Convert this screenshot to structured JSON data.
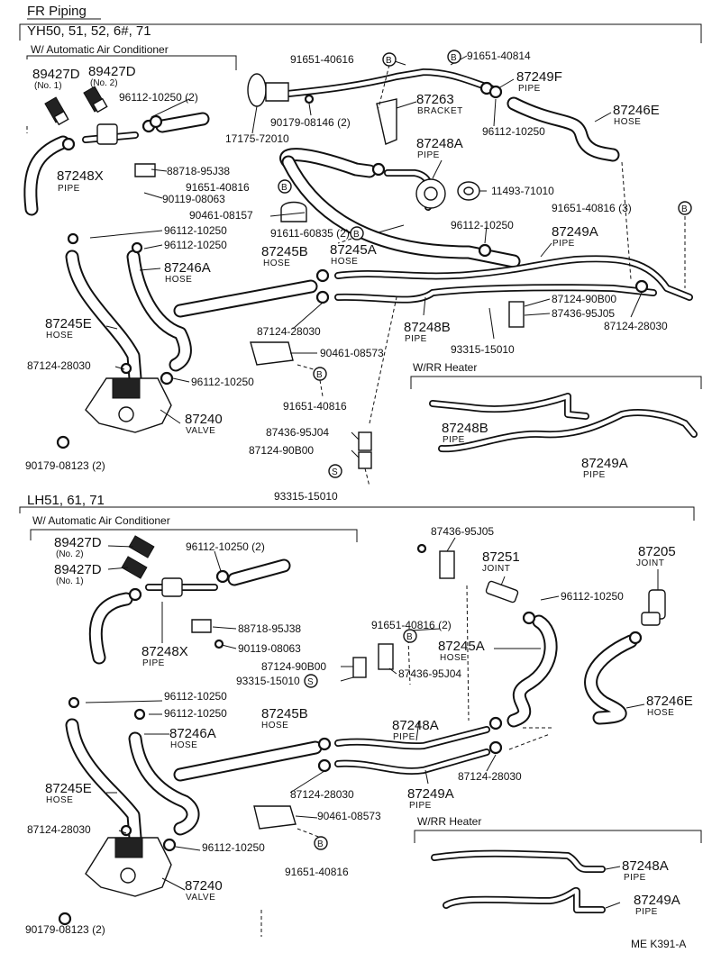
{
  "footer_code": "ME  K391-A",
  "sections": {
    "top": {
      "title": "FR  Piping",
      "models": "YH50, 51, 52, 6#, 71",
      "ac_box": "W/ Automatic Air Conditioner",
      "rr_box": "W/RR Heater"
    },
    "bottom": {
      "models": "LH51, 61, 71",
      "ac_box": "W/ Automatic Air Conditioner",
      "rr_box": "W/RR Heater"
    }
  },
  "badges": {
    "b": "B",
    "s": "S"
  },
  "parts_top": {
    "p89427D_1": "89427D",
    "p89427D_1_sub": "(No. 1)",
    "p89427D_2": "89427D",
    "p89427D_2_sub": "(No. 2)",
    "p96112_10250_2": "96112-10250 (2)",
    "p87248X": "87248X",
    "p87248X_sub": "PIPE",
    "p88718": "88718-95J38",
    "p91651_40816_a": "91651-40816",
    "p90119": "90119-08063",
    "p90461_08157": "90461-08157",
    "p96112_a": "96112-10250",
    "p96112_b": "96112-10250",
    "p87246A": "87246A",
    "p87246A_sub": "HOSE",
    "p87245E": "87245E",
    "p87245E_sub": "HOSE",
    "p87124_28030_a": "87124-28030",
    "p96112_c": "96112-10250",
    "p87240": "87240",
    "p87240_sub": "VALVE",
    "p90179_08123": "90179-08123 (2)",
    "p91651_40616": "91651-40616",
    "p91651_40814": "91651-40814",
    "p87249F": "87249F",
    "p87249F_sub": "PIPE",
    "p87263": "87263",
    "p87263_sub": "BRACKET",
    "p90179_08146": "90179-08146 (2)",
    "p17175": "17175-72010",
    "p96112_d": "96112-10250",
    "p87246E": "87246E",
    "p87246E_sub": "HOSE",
    "p87248A": "87248A",
    "p87248A_sub": "PIPE",
    "p11493": "11493-71010",
    "p91651_40816_3": "91651-40816 (3)",
    "p91611": "91611-60835 (2)",
    "p96112_e": "96112-10250",
    "p87245B": "87245B",
    "p87245B_sub": "HOSE",
    "p87245A": "87245A",
    "p87245A_sub": "HOSE",
    "p87249A": "87249A",
    "p87249A_sub": "PIPE",
    "p87124_90B00_a": "87124-90B00",
    "p87436_95J05": "87436-95J05",
    "p87124_28030_b": "87124-28030",
    "p87124_28030_c": "87124-28030",
    "p87248B": "87248B",
    "p87248B_sub": "PIPE",
    "p93315_a": "93315-15010",
    "p90461_08573": "90461-08573",
    "p91651_40816_b": "91651-40816",
    "p87436_95J04": "87436-95J04",
    "p87124_90B00_b": "87124-90B00",
    "p93315_b": "93315-15010",
    "rr_87248B": "87248B",
    "rr_87248B_sub": "PIPE",
    "rr_87249A": "87249A",
    "rr_87249A_sub": "PIPE"
  },
  "parts_bottom": {
    "p89427D_2": "89427D",
    "p89427D_2_sub": "(No. 2)",
    "p89427D_1": "89427D",
    "p89427D_1_sub": "(No. 1)",
    "p96112_10250_2": "96112-10250 (2)",
    "p87248X": "87248X",
    "p87248X_sub": "PIPE",
    "p88718": "88718-95J38",
    "p90119": "90119-08063",
    "p87436_95J05": "87436-95J05",
    "p87251": "87251",
    "p87251_sub": "JOINT",
    "p96112_a": "96112-10250",
    "p87205": "87205",
    "p87205_sub": "JOINT",
    "p91651_40816_2": "91651-40816 (2)",
    "p87245A": "87245A",
    "p87245A_sub": "HOSE",
    "p87124_90B00": "87124-90B00",
    "p93315": "93315-15010",
    "p87436_95J04": "87436-95J04",
    "p87246E": "87246E",
    "p87246E_sub": "HOSE",
    "p96112_b": "96112-10250",
    "p96112_c": "96112-10250",
    "p87245B": "87245B",
    "p87245B_sub": "HOSE",
    "p87246A": "87246A",
    "p87246A_sub": "HOSE",
    "p87248A": "87248A",
    "p87248A_sub": "PIPE",
    "p87245E": "87245E",
    "p87245E_sub": "HOSE",
    "p87124_28030_a": "87124-28030",
    "p87124_28030_b": "87124-28030",
    "p87249A": "87249A",
    "p87249A_sub": "PIPE",
    "p87124_28030_c": "87124-28030",
    "p90461_08573": "90461-08573",
    "p96112_d": "96112-10250",
    "p87240": "87240",
    "p87240_sub": "VALVE",
    "p91651_40816": "91651-40816",
    "p90179_08123": "90179-08123 (2)",
    "rr_87248A": "87248A",
    "rr_87248A_sub": "PIPE",
    "rr_87249A": "87249A",
    "rr_87249A_sub": "PIPE"
  }
}
